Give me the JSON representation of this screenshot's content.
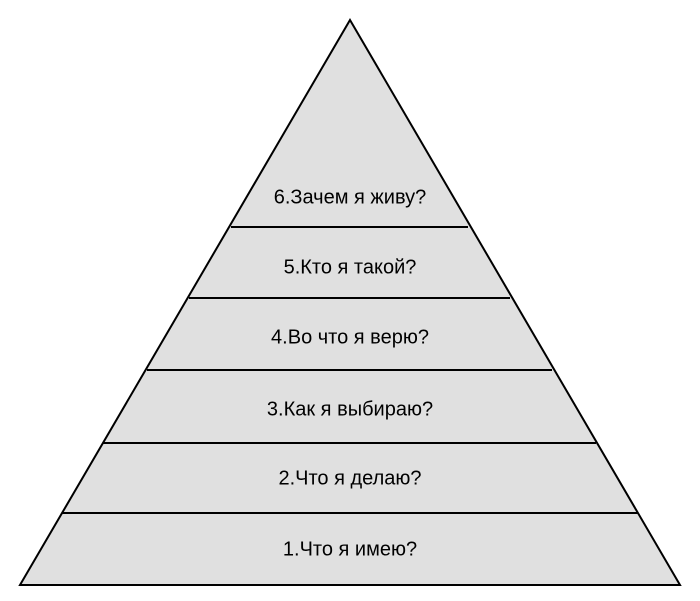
{
  "colors": {
    "fill": "#e0e0e0",
    "stroke": "#000000",
    "text": "#000000",
    "background": "#ffffff"
  },
  "pyramid": {
    "levels": [
      {
        "label": "6.Зачем я живу?"
      },
      {
        "label": "5.Кто я такой?"
      },
      {
        "label": "4.Во что я верю?"
      },
      {
        "label": "3.Как я выбираю?"
      },
      {
        "label": "2.Что я делаю?"
      },
      {
        "label": "1.Что я имею?"
      }
    ]
  }
}
